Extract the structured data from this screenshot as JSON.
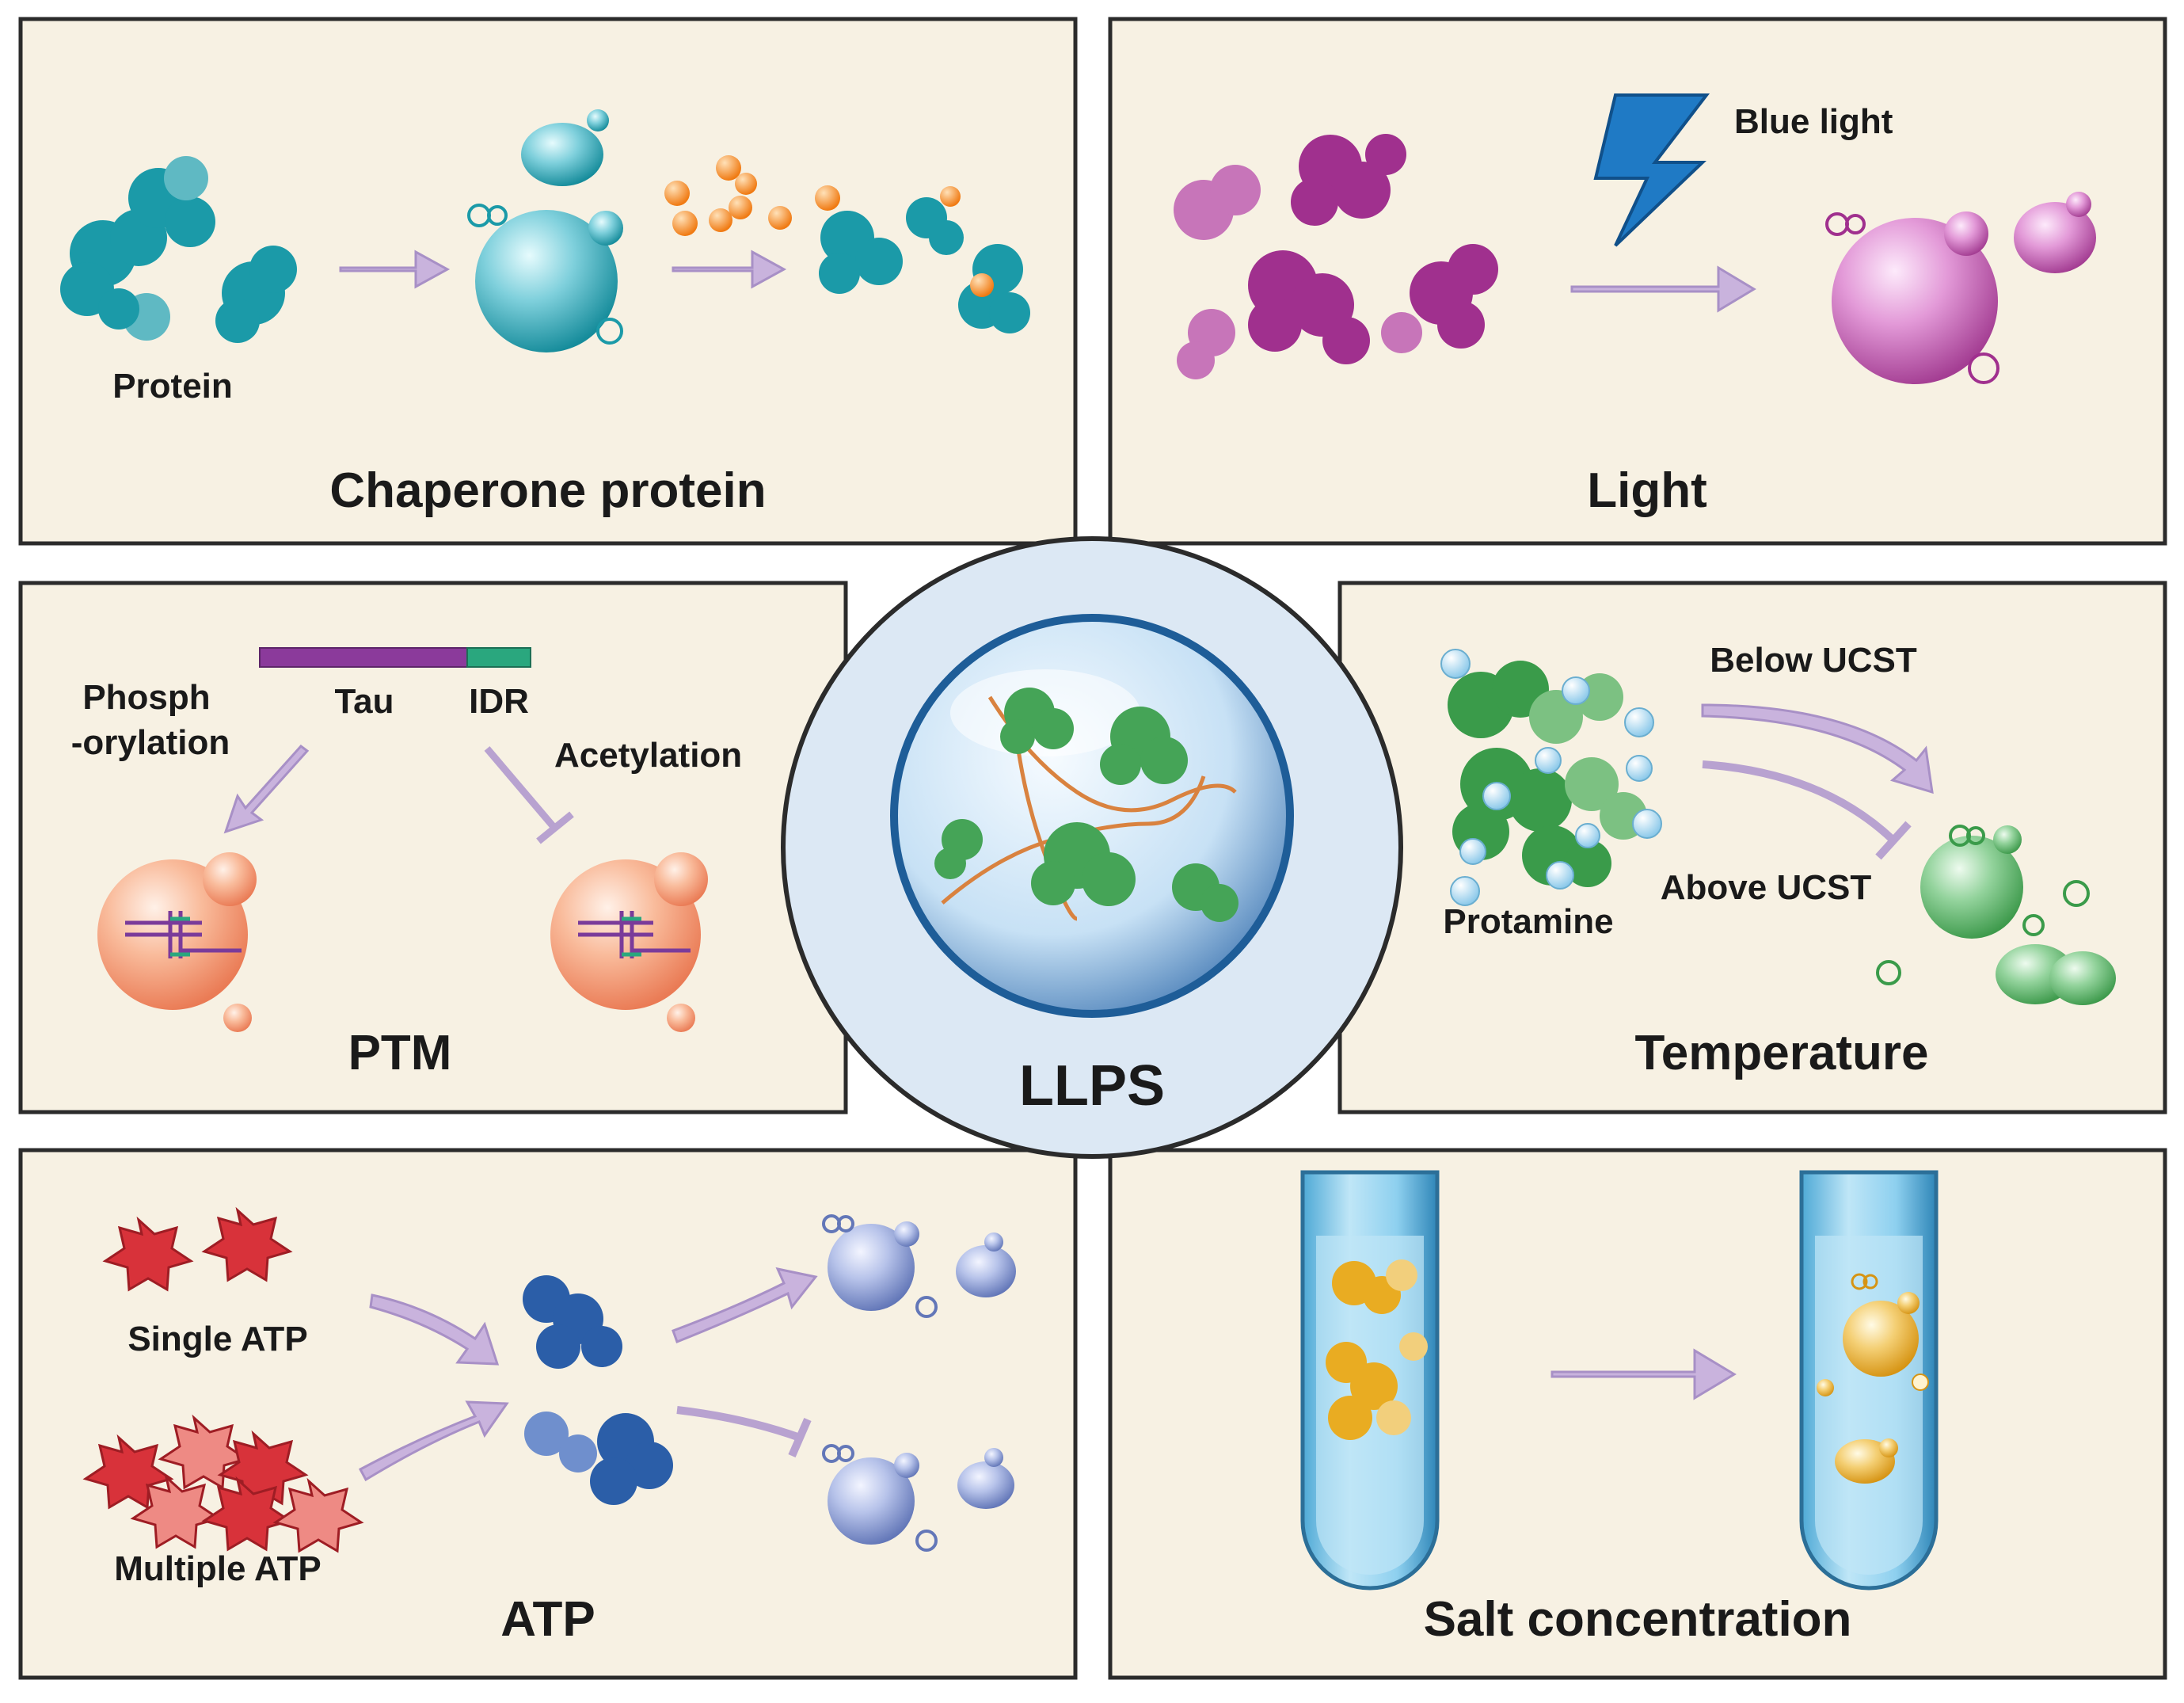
{
  "center": {
    "label": "LLPS"
  },
  "panels": {
    "chaperone": {
      "title": "Chaperone protein",
      "protein_label": "Protein"
    },
    "light": {
      "title": "Light",
      "blue_light_label": "Blue light"
    },
    "ptm": {
      "title": "PTM",
      "tau_label": "Tau",
      "idr_label": "IDR",
      "phosph_line1": "Phosph",
      "phosph_line2": "-orylation",
      "acetylation_label": "Acetylation"
    },
    "temperature": {
      "title": "Temperature",
      "below_label": "Below UCST",
      "above_label": "Above UCST",
      "protamine_label": "Protamine"
    },
    "atp": {
      "title": "ATP",
      "single_label": "Single ATP",
      "multiple_label": "Multiple ATP"
    },
    "salt": {
      "title": "Salt concentration"
    }
  },
  "colors": {
    "panel_bg": "#f7f1e3",
    "teal": "#1b9aa8",
    "magenta": "#a0308e",
    "green": "#3a9b4a",
    "orange_droplet": "#f4a37e",
    "blue_droplet": "#8fa2d4",
    "yellow": "#e9ac22",
    "atp_red": "#d8323a",
    "arrow": "#b8a2d0"
  }
}
